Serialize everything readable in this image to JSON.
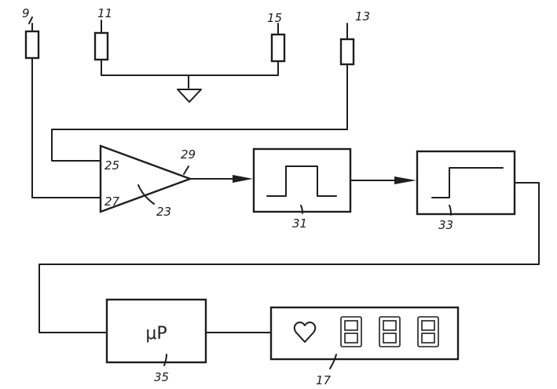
{
  "diagram": {
    "electrodes": [
      {
        "id": "electrode-9",
        "label": "9"
      },
      {
        "id": "electrode-11",
        "label": "11"
      },
      {
        "id": "electrode-15",
        "label": "15"
      },
      {
        "id": "electrode-13",
        "label": "13"
      }
    ],
    "amplifier": {
      "ref": "23",
      "input_top_ref": "25",
      "input_bottom_ref": "27",
      "output_ref": "29"
    },
    "pulse_block": {
      "ref": "31"
    },
    "step_block": {
      "ref": "33"
    },
    "microprocessor": {
      "ref": "35",
      "label": "μP"
    },
    "display": {
      "ref": "17",
      "digit_count": 3,
      "icon": "heart-icon"
    }
  }
}
